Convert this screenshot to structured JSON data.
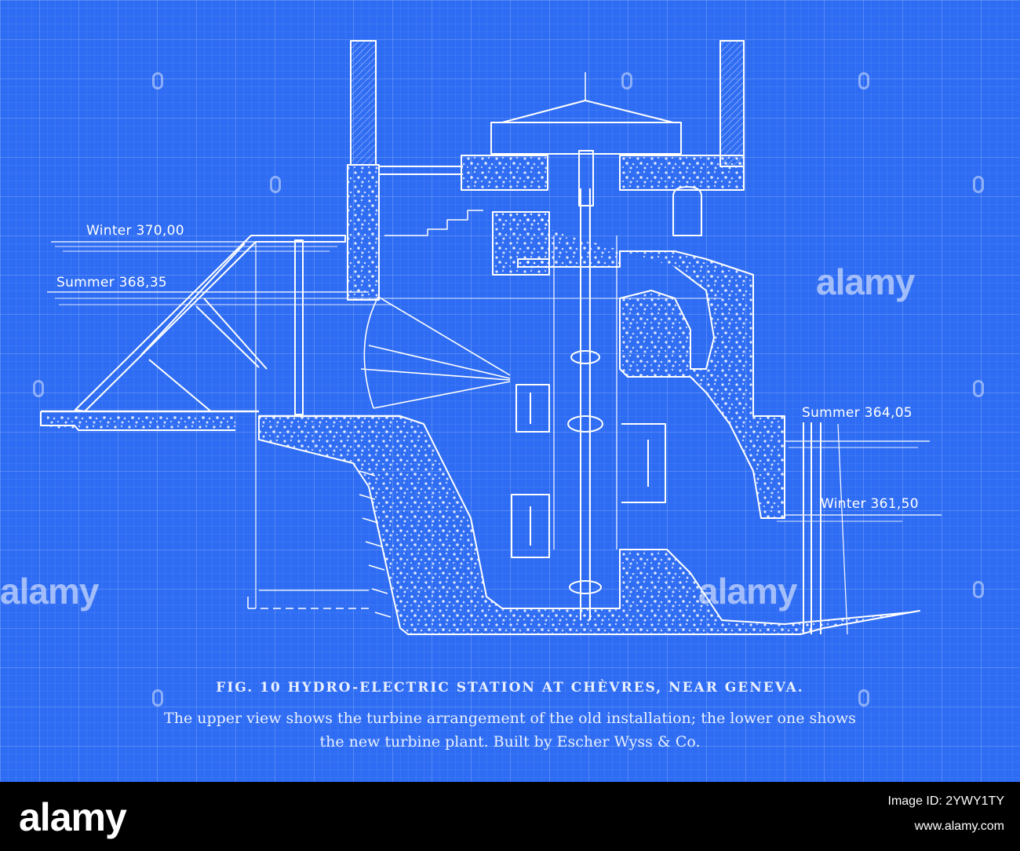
{
  "levels": {
    "upstream_winter": "Winter 370,00",
    "upstream_summer": "Summer 368,35",
    "downstream_summer": "Summer 364,05",
    "downstream_winter": "Winter 361,50"
  },
  "caption": {
    "figure": "FIG. 10   HYDRO-ELECTRIC STATION AT CHÈVRES, NEAR GENEVA.",
    "line1": "The upper view shows the turbine arrangement of the old installation; the lower one shows",
    "line2": "the new turbine plant.  Built by Escher Wyss & Co."
  },
  "watermark": {
    "text": "alamy"
  },
  "footer": {
    "logo": "alamy",
    "image_id": "Image ID: 2YWY1TY",
    "url": "www.alamy.com"
  },
  "colors": {
    "blueprint": "#2e6cf3",
    "lines": "#ffffff",
    "footer": "#000000"
  }
}
